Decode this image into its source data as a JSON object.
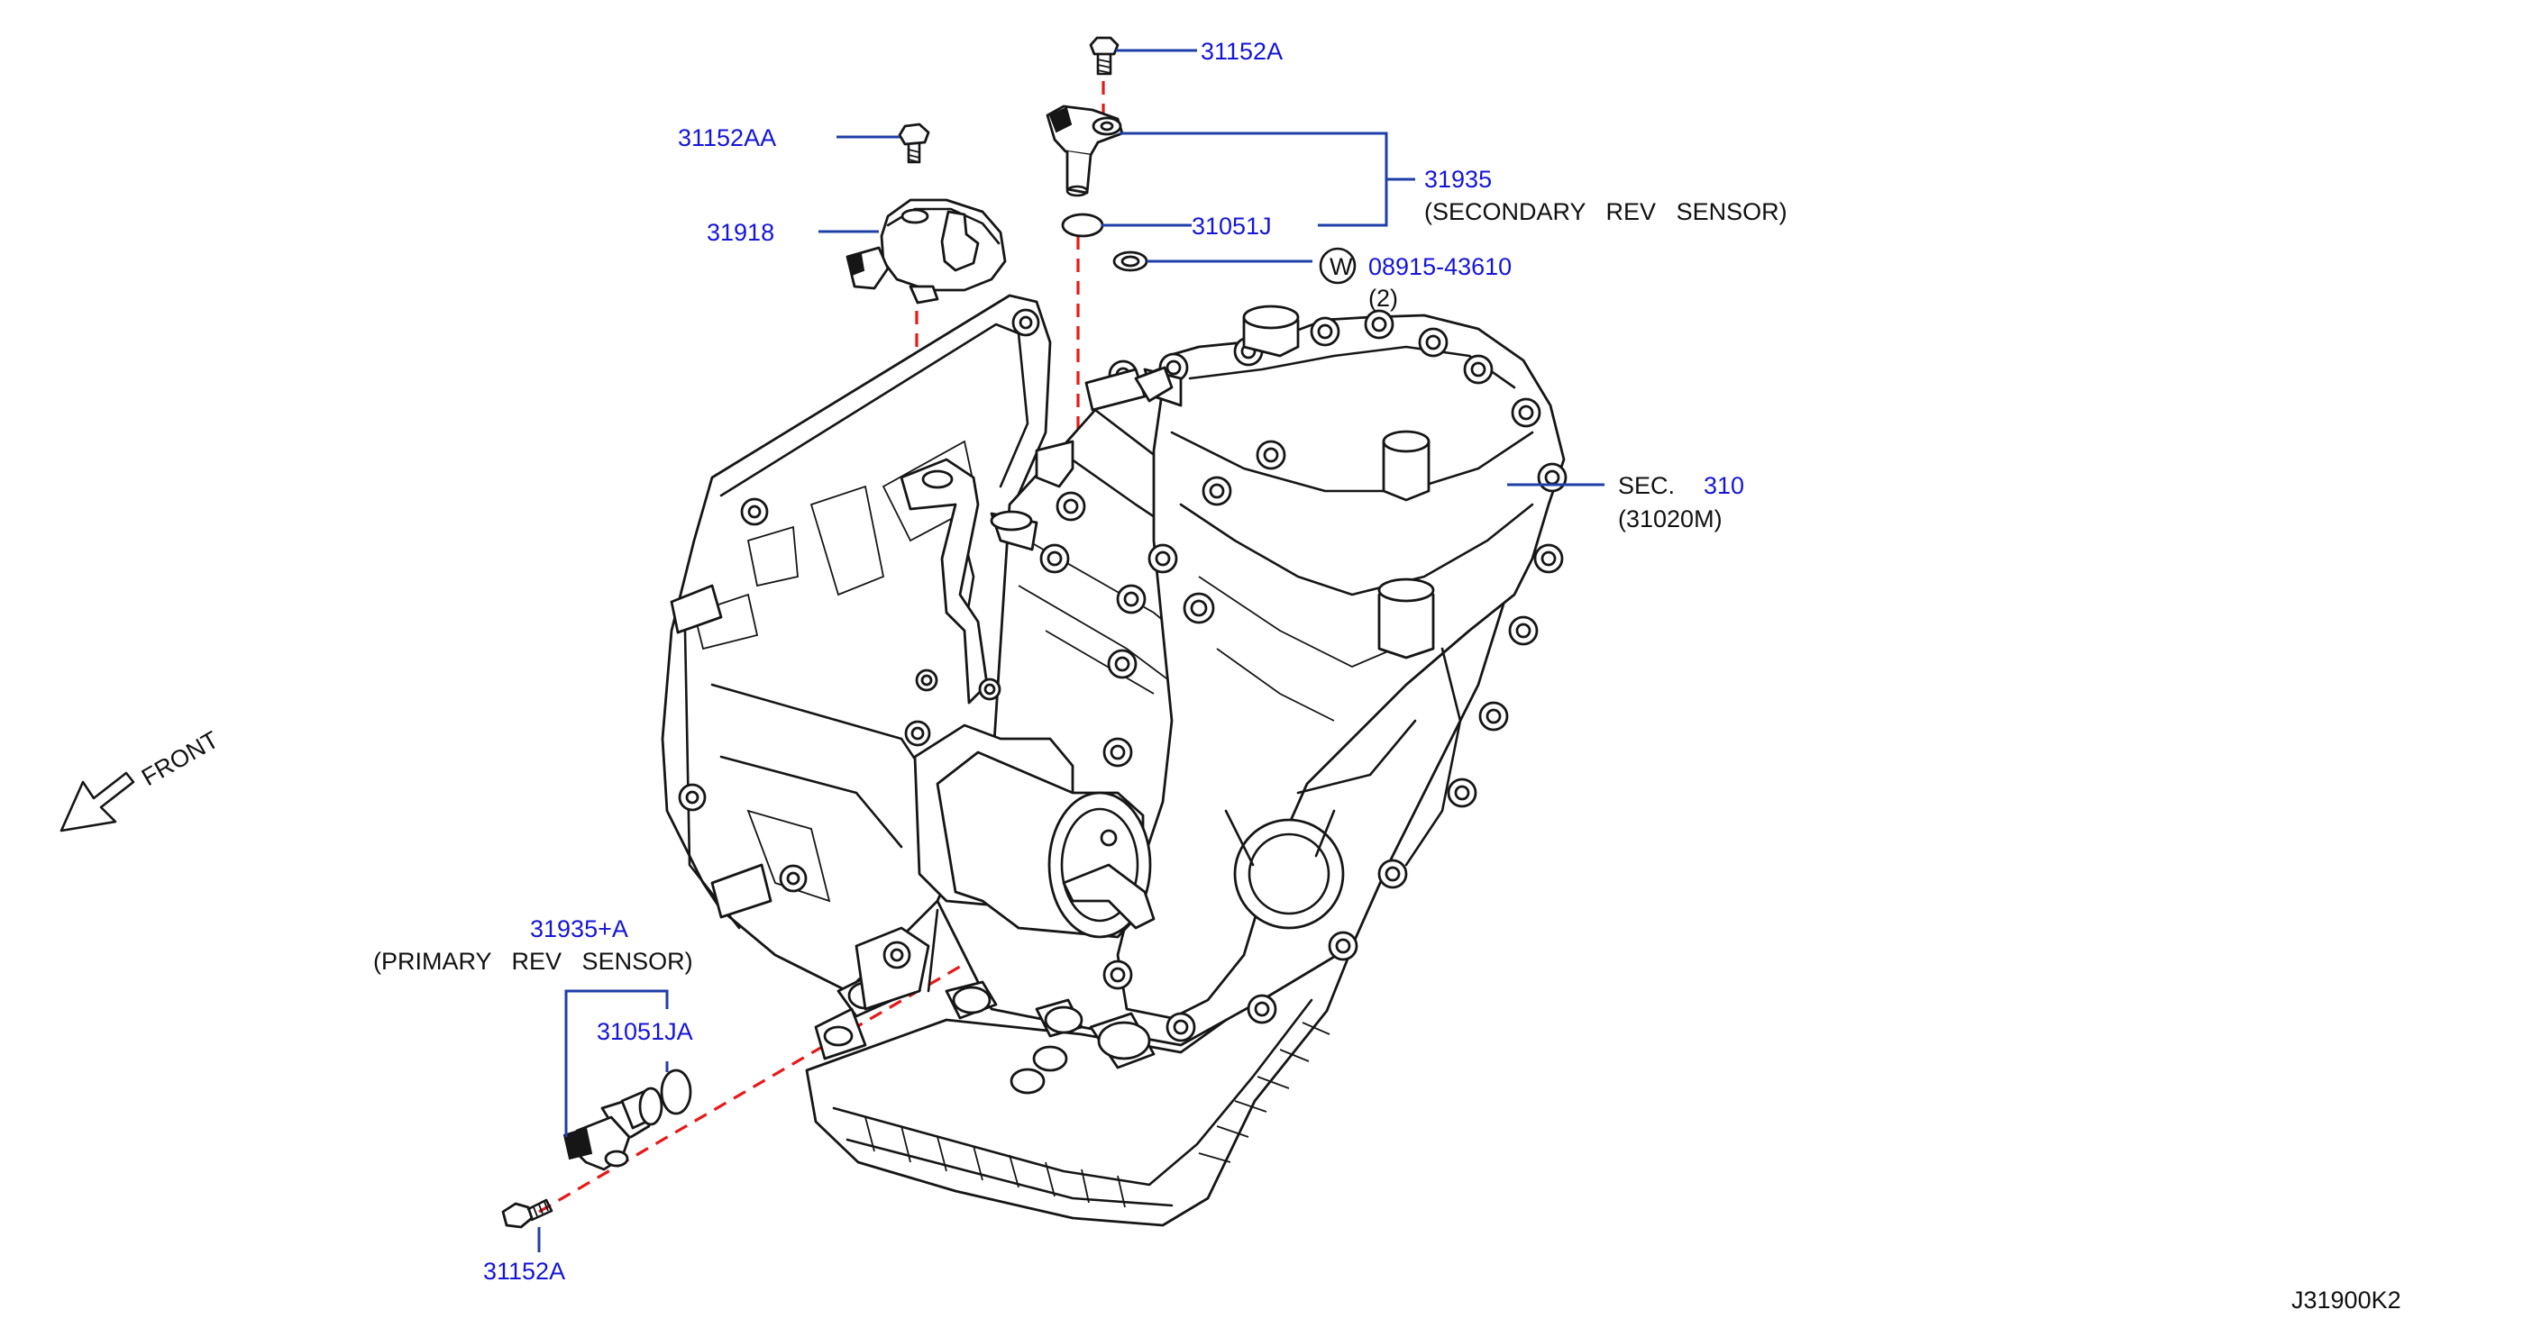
{
  "diagram_code": "J31900K2",
  "direction_label": "FRONT",
  "parts": {
    "bolt_top": "31152A",
    "bolt_left": "31152AA",
    "bracket": "31918",
    "o_ring_top": "31051J",
    "secondary_sensor_number": "31935",
    "secondary_sensor_name": "(SECONDARY   REV   SENSOR)",
    "washer_mark": "W",
    "washer_number": "08915-43610",
    "washer_qty": "(2)",
    "section_prefix": "SEC.",
    "section_number": "310",
    "section_sub": "(31020M)",
    "primary_sensor_number": "31935+A",
    "primary_sensor_name": "(PRIMARY   REV   SENSOR)",
    "o_ring_bottom": "31051JA",
    "bolt_bottom": "31152A"
  },
  "colors": {
    "part_number": "#1515d6",
    "leader_line": "#1f3fa8",
    "dashed_alignment": "#e81818",
    "drawing_ink": "#161616"
  }
}
